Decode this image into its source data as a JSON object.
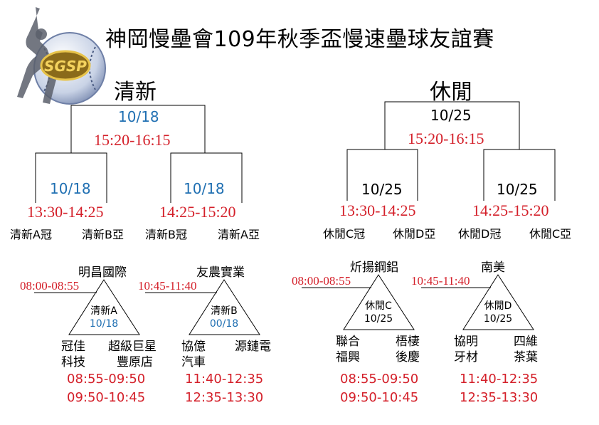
{
  "title": "神岡慢壘會109年秋季盃慢速壘球友誼賽",
  "logo": {
    "text": "SGSP"
  },
  "qingxin": {
    "group": "清新",
    "final": {
      "date": "10/18",
      "time": "15:20-16:15"
    },
    "semi_left": {
      "date": "10/18",
      "time": "13:30-14:25",
      "team_a": "清新A冠",
      "team_b": "清新B亞"
    },
    "semi_right": {
      "date": "10/18",
      "time": "14:25-15:20",
      "team_a": "清新B冠",
      "team_b": "清新A亞"
    }
  },
  "xiuxian": {
    "group": "休閒",
    "final": {
      "date": "10/25",
      "time": "15:20-16:15"
    },
    "semi_left": {
      "date": "10/25",
      "time": "13:30-14:25",
      "team_a": "休閒C冠",
      "team_b": "休閒D亞"
    },
    "semi_right": {
      "date": "10/25",
      "time": "14:25-15:20",
      "team_a": "休閒D冠",
      "team_b": "休閒C亞"
    }
  },
  "triangles": [
    {
      "top": "明昌國際",
      "time_left": "08:00-08:55",
      "label": "清新A",
      "date": "10/18",
      "bl1": "冠佳",
      "bl2": "科技",
      "br1": "超級巨星",
      "br2": "豐原店",
      "t2": "08:55-09:50",
      "t3": "09:50-10:45"
    },
    {
      "top": "友農實業",
      "time_left": "10:45-11:40",
      "label": "清新B",
      "date": "00/18",
      "bl1": "協億",
      "bl2": "汽車",
      "br1": "源鏈電",
      "br2": "",
      "t2": "11:40-12:35",
      "t3": "12:35-13:30"
    },
    {
      "top": "炘揚鋼鋁",
      "time_left": "08:00-08:55",
      "label": "休閒C",
      "date": "10/25",
      "bl1": "聯合",
      "bl2": "福興",
      "br1": "梧棲",
      "br2": "後慶",
      "t2": "08:55-09:50",
      "t3": "09:50-10:45"
    },
    {
      "top": "南美",
      "time_left": "10:45-11:40",
      "label": "休閒D",
      "date": "10/25",
      "bl1": "協明",
      "bl2": "牙材",
      "br1": "四維",
      "br2": "茶葉",
      "t2": "11:40-12:35",
      "t3": "12:35-13:30"
    }
  ]
}
